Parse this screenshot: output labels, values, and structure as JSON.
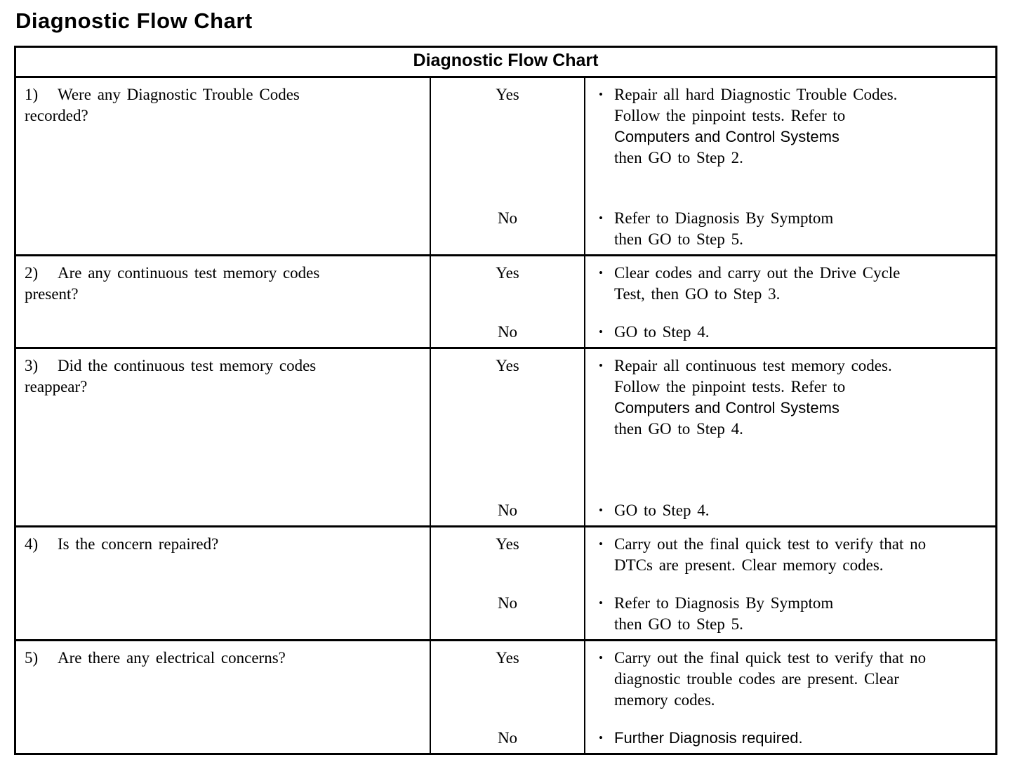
{
  "page_title": "Diagnostic Flow Chart",
  "bullet": "•",
  "table": {
    "header": "Diagnostic Flow Chart",
    "rows": [
      {
        "number": "1)",
        "question_lines": [
          "Were any Diagnostic Trouble Codes",
          "recorded?"
        ],
        "yes_label": "Yes",
        "yes_lines": [
          "Repair all hard Diagnostic Trouble Codes.",
          "Follow the pinpoint tests. Refer to",
          "Computers and Control Systems",
          "then GO to Step 2."
        ],
        "no_label": "No",
        "no_lines": [
          "Refer to Diagnosis By Symptom",
          "then GO to Step 5."
        ]
      },
      {
        "number": "2)",
        "question_lines": [
          "Are any continuous test memory codes",
          "present?"
        ],
        "yes_label": "Yes",
        "yes_lines": [
          "Clear codes and carry out the Drive Cycle",
          "Test, then GO to Step 3."
        ],
        "no_label": "No",
        "no_lines": [
          "GO to Step 4."
        ]
      },
      {
        "number": "3)",
        "question_lines": [
          "Did the continuous test memory codes",
          "reappear?"
        ],
        "yes_label": "Yes",
        "yes_lines": [
          "Repair all continuous test memory codes.",
          "Follow the pinpoint tests. Refer to",
          "Computers and Control Systems",
          "then GO to Step 4."
        ],
        "no_label": "No",
        "no_lines": [
          "GO to Step 4."
        ]
      },
      {
        "number": "4)",
        "question_lines": [
          "Is the concern repaired?"
        ],
        "yes_label": "Yes",
        "yes_lines": [
          "Carry out the final quick test to verify that no",
          "DTCs are present. Clear memory codes."
        ],
        "no_label": "No",
        "no_lines": [
          "Refer to Diagnosis By Symptom",
          "then GO to Step 5."
        ]
      },
      {
        "number": "5)",
        "question_lines": [
          "Are there any electrical concerns?"
        ],
        "yes_label": "Yes",
        "yes_lines": [
          "Carry out the final quick test to verify that no",
          "diagnostic trouble codes are present. Clear",
          "memory codes."
        ],
        "no_label": "No",
        "no_lines": [
          "Further Diagnosis required."
        ]
      }
    ]
  }
}
